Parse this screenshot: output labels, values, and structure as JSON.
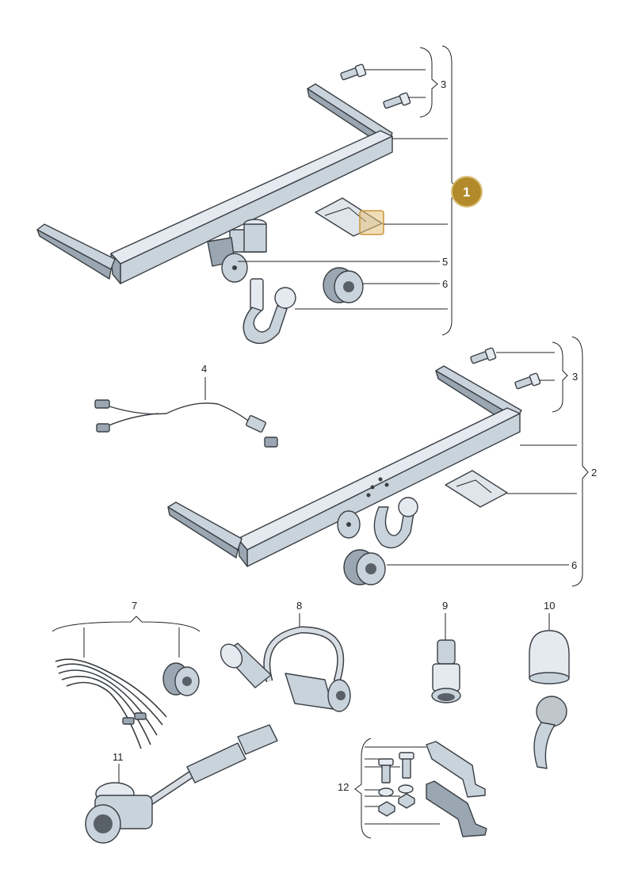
{
  "labels": {
    "l3_top": "3",
    "l5": "5",
    "l6_top": "6",
    "l4": "4",
    "l3_mid": "3",
    "l2": "2",
    "l6_mid": "6",
    "l7": "7",
    "l8": "8",
    "l9": "9",
    "l10": "10",
    "l11": "11",
    "l12": "12"
  },
  "badge": {
    "text": "1",
    "color": "#b28a2c"
  },
  "highlight_color": "#e6c27a"
}
